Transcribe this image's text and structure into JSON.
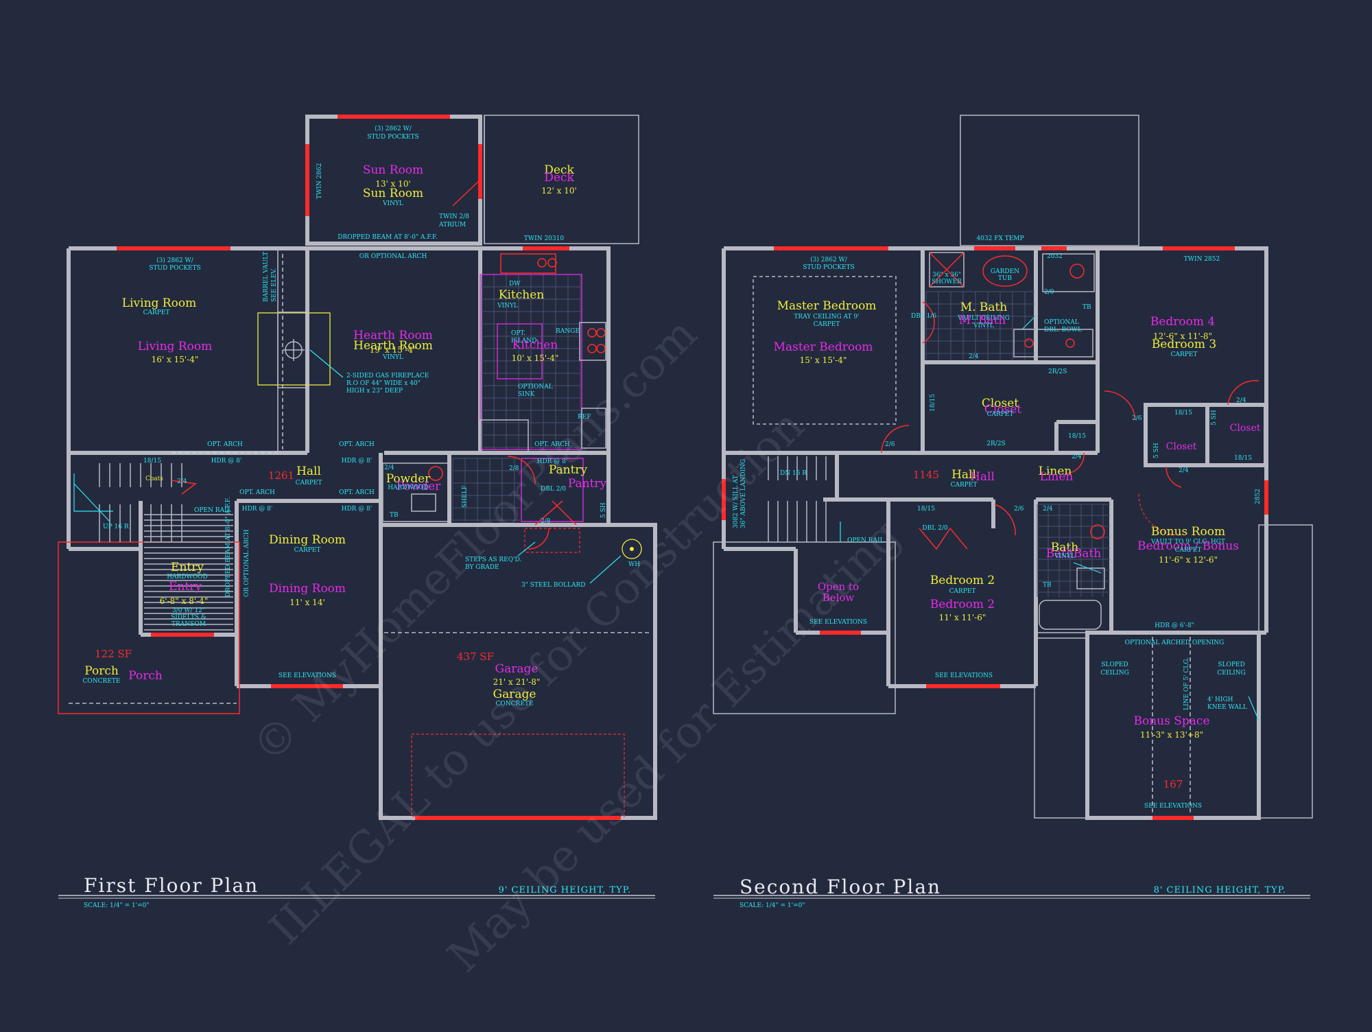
{
  "first_floor": {
    "title": "First Floor Plan",
    "scale": "SCALE: 1/4\" = 1'=0\"",
    "ceiling": "9' CEILING HEIGHT, TYP.",
    "rooms": {
      "sun_room_a": "Sun Room",
      "sun_room_dim": "13' x 10'",
      "sun_room_b": "Sun Room",
      "sun_room_floor": "VINYL",
      "deck_a": "Deck",
      "deck_b": "Deck",
      "deck_dim": "12' x 10'",
      "living_a": "Living Room",
      "living_floor": "CARPET",
      "living_b": "Living Room",
      "living_dim": "16' x 15'-4\"",
      "hearth_a": "Hearth Room",
      "hearth_b": "Hearth Room",
      "hearth_dim": "19' x 15'-4\"",
      "hearth_floor": "VINYL",
      "kitchen_a": "Kitchen",
      "kitchen_floor": "VINYL",
      "kitchen_b": "Kitchen",
      "kitchen_dim": "10' x 15'-4\"",
      "hall": "Hall",
      "hall_floor": "CARPET",
      "hall_sf": "1261",
      "coats": "Coats",
      "powder_a": "Powder",
      "powder_b": "Powder",
      "powder_floor": "HARDWOOD",
      "pantry_a": "Pantry",
      "pantry_b": "Pantry",
      "dining_a": "Dining Room",
      "dining_floor": "CARPET",
      "dining_b": "Dining Room",
      "dining_dim": "11' x 14'",
      "entry_a": "Entry",
      "entry_floor": "HARDWOOD",
      "entry_b": "Entry",
      "entry_dim": "6'-8\" x 8'-4\"",
      "porch_a": "Porch",
      "porch_floor": "CONCRETE",
      "porch_b": "Porch",
      "porch_sf": "122 SF",
      "garage_a": "Garage",
      "garage_dim": "21' x 21'-8\"",
      "garage_b": "Garage",
      "garage_floor": "CONCRETE",
      "garage_sf": "437 SF"
    },
    "notes": {
      "sun_window": "(3) 2862 W/",
      "sun_window2": "STUD POCKETS",
      "twin_2862": "TWIN 2862",
      "twin_atrium": "TWIN 2/8",
      "atrium": "ATRIUM",
      "dropped_beam": "DROPPED BEAM AT 8'-0\" A.F.F.",
      "optional_arch": "OR OPTIONAL ARCH",
      "twin_20310": "TWIN 20310",
      "living_window": "(3) 2862 W/",
      "living_window2": "STUD POCKETS",
      "barrel_vault": "BARREL VAULT",
      "see_elev_v": "SEE ELEV.",
      "fireplace1": "2-SIDED GAS FIREPLACE",
      "fireplace2": "R.O OF 44\" WIDE x 40\"",
      "fireplace3": "HIGH x 23\" DEEP",
      "dw": "DW",
      "opt_island1": "OPT.",
      "opt_island2": "ISLAND",
      "range": "RANGE",
      "optional_sink1": "OPTIONAL",
      "optional_sink2": "SINK",
      "ref": "REF",
      "opt_arch": "OPT. ARCH",
      "hdr8": "HDR @ 8'",
      "stair_up": "UP 16 R",
      "open_rail": "OPEN RAIL",
      "tb": "TB",
      "shelf": "SHELF",
      "dbl": "DBL 2/0",
      "sh": "5 SH",
      "entry_door1": "3/0 W/ 12\"",
      "entry_door2": "SIDELTS &",
      "entry_door3": "TRANSOM",
      "dropped_beam_v": "DROPPED BEAM AT 8'-0\" A.F.F.",
      "opt_arch_v": "OR OPTIONAL ARCH",
      "steps1": "STEPS AS REQ'D.",
      "steps2": "BY GRADE",
      "bollard": "3\" STEEL BOLLARD",
      "wh": "WH",
      "see_elevations": "SEE ELEVATIONS",
      "d18": "18/15",
      "d24": "2/4",
      "d28": "2/8"
    }
  },
  "second_floor": {
    "title": "Second Floor Plan",
    "scale": "SCALE: 1/4\" = 1'=0\"",
    "ceiling": "8' CEILING HEIGHT, TYP.",
    "rooms": {
      "master_a": "Master Bedroom",
      "master_note": "TRAY CEILING AT 9'",
      "master_floor": "CARPET",
      "master_b": "Master Bedroom",
      "master_dim": "15' x 15'-4\"",
      "mbath_a": "M. Bath",
      "mbath_b": "M. Bath",
      "mbath_note": "VAULT CEILING",
      "mbath_floor": "VINYL",
      "closet_a": "Closet",
      "closet_b": "Closet",
      "closet_floor": "CARPET",
      "bed4": "Bedroom 4",
      "bed4_dim": "12'-6\" x 11'-8\"",
      "bed3": "Bedroom 3",
      "bed3_floor": "CARPET",
      "closet2": "Closet",
      "closet3": "Closet",
      "hall_a": "Hall",
      "hall_floor": "CARPET",
      "hall_b": "Hall",
      "hall_sf": "1145",
      "linen_a": "Linen",
      "linen_b": "Linen",
      "bonus_a": "Bonus Room",
      "bonus_note": "VAULT TO 9' CLG. HGT",
      "bonus_floor": "CARPET",
      "bonus_b": "Bedroom / Bonus",
      "bonus_dim": "11'-6\" x 12'-6\"",
      "bath_a": "Bath",
      "bath_b": "Bath",
      "bath_c": "Bath",
      "bath_floor": "VINYL",
      "bed2_a": "Bedroom 2",
      "bed2_floor": "CARPET",
      "bed2_b": "Bedroom 2",
      "bed2_dim": "11' x 11'-6\"",
      "open_below1": "Open to",
      "open_below2": "Below",
      "bonus_space": "Bonus Space",
      "bonus_space_dim": "11'-3\" x 13'+8\"",
      "bonus_space_sf": "167"
    },
    "notes": {
      "master_window": "(3) 2862 W/",
      "master_window2": "STUD POCKETS",
      "temp": "4032 FX TEMP",
      "n2032": "2032",
      "shower1": "36\" x 36\"",
      "shower2": "SHOWER",
      "tub1": "GARDEN",
      "tub2": "TUB",
      "d20": "2/0",
      "tb": "TB",
      "bowl1": "OPTIONAL",
      "bowl2": "DBL. BOWL",
      "dbl16": "DBL 1/6",
      "d24": "2/4",
      "d2r2s": "2R/2S",
      "d1815": "18/15",
      "d26": "2/6",
      "twin_2852": "TWIN 2852",
      "n2852": "2852",
      "sh": "5 SH",
      "sill1": "3082 W/ SILL AT",
      "sill2": "36\" ABOVE LANDING",
      "stair": "DN 16 R",
      "open_rail": "OPEN RAIL",
      "dbl20": "DBL 2/0",
      "hdr": "HDR @ 6'-8\"",
      "arched": "OPTIONAL ARCHED OPENING",
      "sloped1": "SLOPED",
      "sloped2": "CEILING",
      "knee1": "4' HIGH",
      "knee2": "KNEE WALL",
      "line_clg": "LINE OF 5' CLG.",
      "see_elevations": "SEE ELEVATIONS"
    }
  },
  "watermark": {
    "line1": "© MyHomeFloorPlans.com",
    "line2": "ILLEGAL to use for Construction",
    "line3": "May be used for Estimating"
  }
}
